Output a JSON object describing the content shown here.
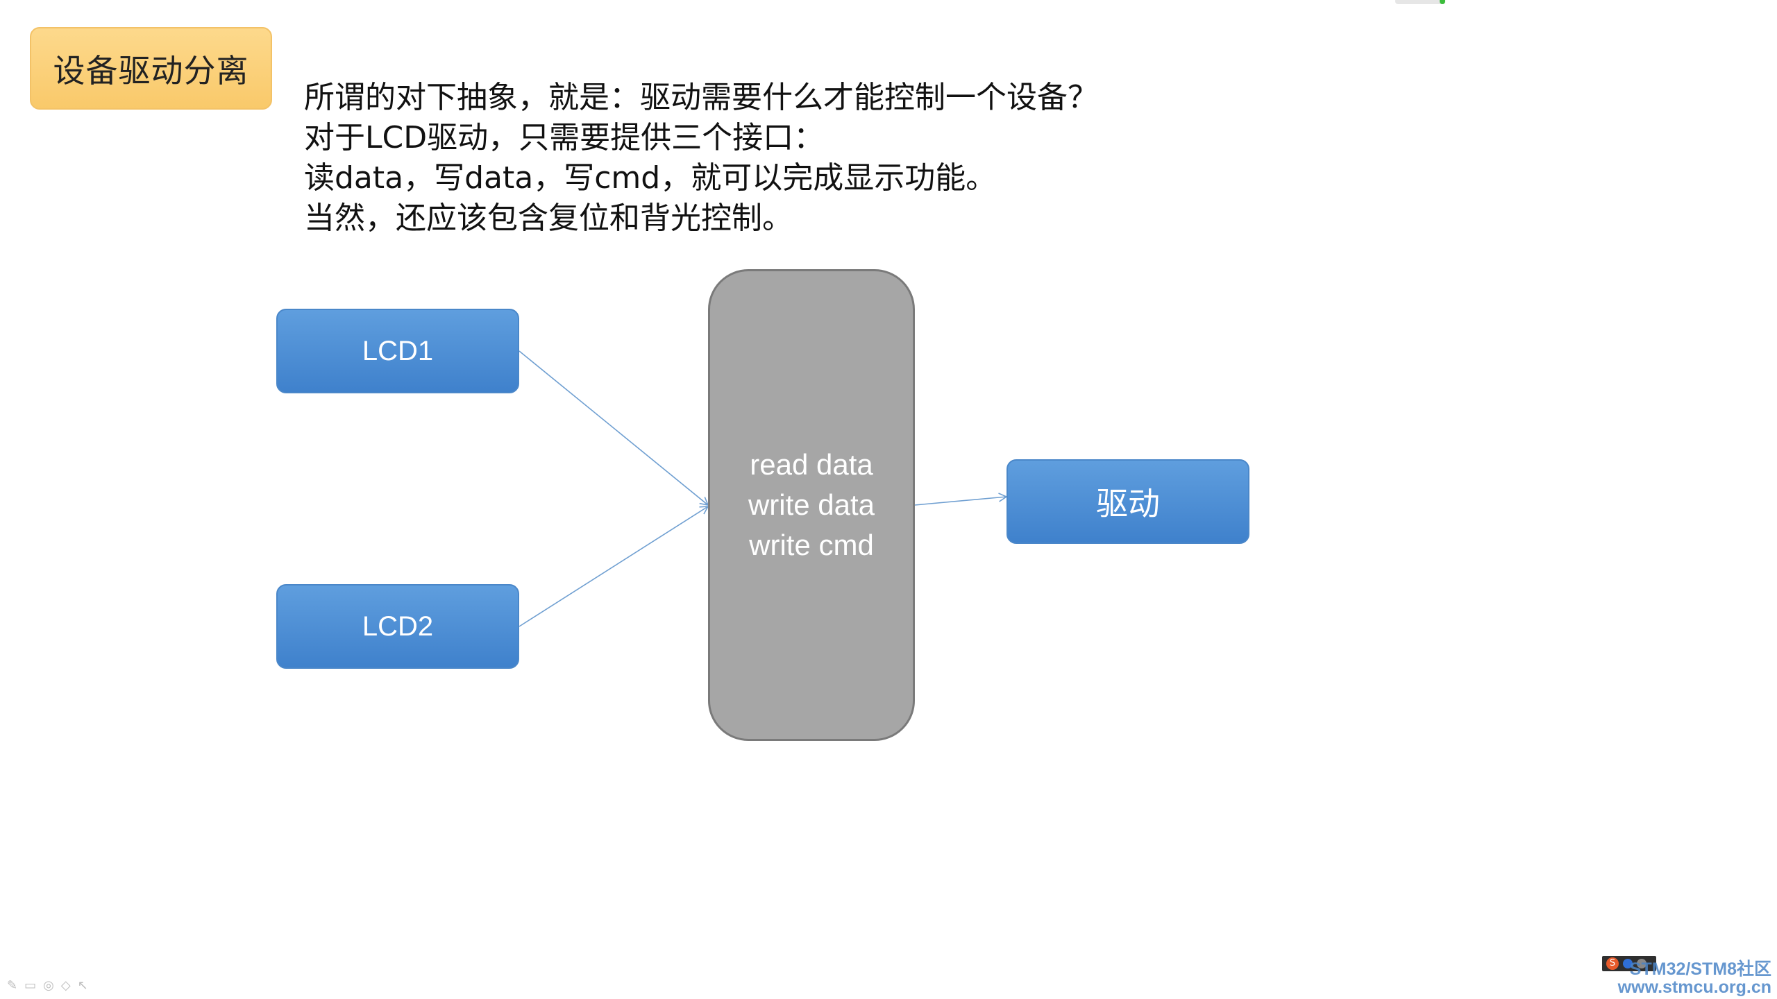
{
  "slide": {
    "title": "设备驱动分离",
    "description_lines": [
      "所谓的对下抽象，就是：驱动需要什么才能控制一个设备？",
      "对于LCD驱动，只需要提供三个接口：",
      "读data，写data，写cmd，就可以完成显示功能。",
      "当然，还应该包含复位和背光控制。"
    ]
  },
  "diagram": {
    "lcd1_label": "LCD1",
    "lcd2_label": "LCD2",
    "interface_lines": [
      "read data",
      "write data",
      "write cmd"
    ],
    "driver_label": "驱动",
    "colors": {
      "node_blue": "#4a87c9",
      "interface_gray": "#a6a6a6",
      "connector": "#6f9fd1",
      "title_box": "#fbd27b"
    }
  },
  "footer": {
    "tool_icons": [
      "pen-icon",
      "slides-icon",
      "pointer-circle-icon",
      "eraser-icon",
      "cursor-icon"
    ],
    "watermark_line1": "STM32/STM8社区",
    "watermark_line2": "www.stmcu.org.cn"
  }
}
